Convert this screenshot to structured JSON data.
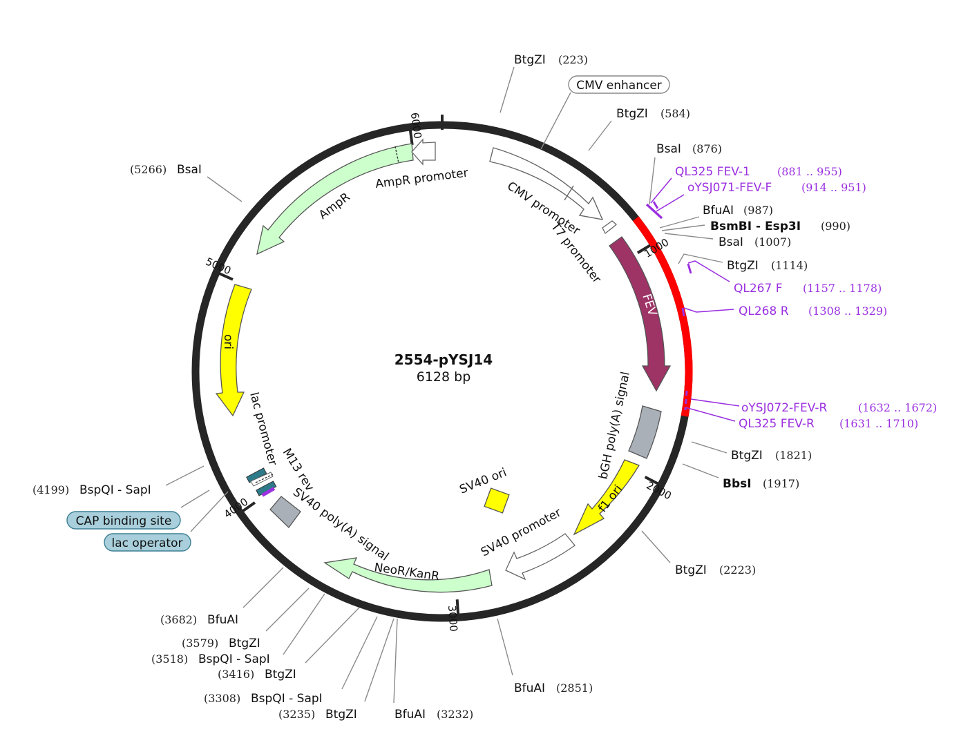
{
  "plasmid": {
    "name": "2554-pYSJ14",
    "length_label": "6128 bp",
    "length": 6128
  },
  "ticks": [
    {
      "pos": 1000,
      "label": "1000"
    },
    {
      "pos": 2000,
      "label": "2000"
    },
    {
      "pos": 3000,
      "label": "3000"
    },
    {
      "pos": 4000,
      "label": "4000"
    },
    {
      "pos": 5000,
      "label": "5000"
    },
    {
      "pos": 6000,
      "label": "6000"
    }
  ],
  "highlight_region": {
    "start": 880,
    "end": 1710,
    "color": "#ff0000"
  },
  "features": [
    {
      "id": "cmv-enhancer-box",
      "name": "CMV enhancer",
      "style": "pill-white"
    },
    {
      "id": "cmv-promoter",
      "name": "CMV promoter",
      "start": 230,
      "end": 880,
      "color": "#ffffff"
    },
    {
      "id": "t7-promoter",
      "name": "T7 promoter",
      "start": 870,
      "end": 930,
      "color": "#ffffff"
    },
    {
      "id": "fev",
      "name": "FEV",
      "start": 960,
      "end": 1730,
      "color": "#9e3366"
    },
    {
      "id": "bgh-polya",
      "name": "bGH poly(A) signal",
      "start": 1760,
      "end": 1985,
      "color": "#a9b0b8"
    },
    {
      "id": "f1-ori",
      "name": "f1 ori",
      "start": 2030,
      "end": 2460,
      "color": "#ffff00"
    },
    {
      "id": "sv40-promoter",
      "name": "SV40 promoter",
      "start": 2480,
      "end": 2830,
      "color": "#ffffff"
    },
    {
      "id": "sv40-ori",
      "name": "SV40 ori",
      "color": "#ffff00"
    },
    {
      "id": "neor-kanr",
      "name": "NeoR/KanR",
      "start": 2900,
      "end": 3700,
      "color": "#ccffcc"
    },
    {
      "id": "sv40-polya",
      "name": "SV40 poly(A) signal",
      "start": 3880,
      "end": 4000,
      "color": "#a9b0b8"
    },
    {
      "id": "m13-rev",
      "name": "M13 rev",
      "color": "#9b30e0"
    },
    {
      "id": "lac-promoter",
      "name": "lac promoter",
      "color": "#ffffff"
    },
    {
      "id": "ori",
      "name": "ori",
      "start": 4360,
      "end": 4950,
      "color": "#ffff00"
    },
    {
      "id": "ampr",
      "name": "AmpR",
      "start": 5220,
      "end": 5990,
      "color": "#ccffcc"
    },
    {
      "id": "ampr-promoter",
      "name": "AmpR promoter",
      "start": 5990,
      "end": 6100,
      "color": "#ffffff"
    },
    {
      "id": "cap-binding-site",
      "name": "CAP binding site",
      "style": "pill-blue"
    },
    {
      "id": "lac-operator",
      "name": "lac operator",
      "style": "pill-blue"
    }
  ],
  "sites": [
    {
      "id": "btgzi-223",
      "name": "BtgZI",
      "pos": "(223)",
      "bold": false,
      "side": "right"
    },
    {
      "id": "btgzi-584",
      "name": "BtgZI",
      "pos": "(584)",
      "bold": false,
      "side": "right"
    },
    {
      "id": "bsai-876",
      "name": "BsaI",
      "pos": "(876)",
      "bold": false,
      "side": "right"
    },
    {
      "id": "bfuai-987",
      "name": "BfuAI",
      "pos": "(987)",
      "bold": false,
      "side": "right"
    },
    {
      "id": "bsmbi-990",
      "name": "BsmBI - Esp3I",
      "pos": "(990)",
      "bold": true,
      "side": "right"
    },
    {
      "id": "bsai-1007",
      "name": "BsaI",
      "pos": "(1007)",
      "bold": false,
      "side": "right"
    },
    {
      "id": "btgzi-1114",
      "name": "BtgZI",
      "pos": "(1114)",
      "bold": false,
      "side": "right"
    },
    {
      "id": "btgzi-1821",
      "name": "BtgZI",
      "pos": "(1821)",
      "bold": false,
      "side": "right"
    },
    {
      "id": "bbsi-1917",
      "name": "BbsI",
      "pos": "(1917)",
      "bold": true,
      "side": "right"
    },
    {
      "id": "btgzi-2223",
      "name": "BtgZI",
      "pos": "(2223)",
      "bold": false,
      "side": "right"
    },
    {
      "id": "bfuai-2851",
      "name": "BfuAI",
      "pos": "(2851)",
      "bold": false,
      "side": "right"
    },
    {
      "id": "bfuai-3232",
      "name": "BfuAI",
      "pos": "(3232)",
      "bold": false,
      "side": "right"
    },
    {
      "id": "btgzi-3235",
      "name": "BtgZI",
      "pos": "(3235)",
      "bold": false,
      "side": "left"
    },
    {
      "id": "bspqi-3308",
      "name": "BspQI - SapI",
      "pos": "(3308)",
      "bold": false,
      "side": "left"
    },
    {
      "id": "btgzi-3416",
      "name": "BtgZI",
      "pos": "(3416)",
      "bold": false,
      "side": "left"
    },
    {
      "id": "bspqi-3518",
      "name": "BspQI - SapI",
      "pos": "(3518)",
      "bold": false,
      "side": "left"
    },
    {
      "id": "btgzi-3579",
      "name": "BtgZI",
      "pos": "(3579)",
      "bold": false,
      "side": "left"
    },
    {
      "id": "bfuai-3682",
      "name": "BfuAI",
      "pos": "(3682)",
      "bold": false,
      "side": "left"
    },
    {
      "id": "bspqi-4199",
      "name": "BspQI - SapI",
      "pos": "(4199)",
      "bold": false,
      "side": "left"
    },
    {
      "id": "bsai-5266",
      "name": "BsaI",
      "pos": "(5266)",
      "bold": false,
      "side": "left"
    }
  ],
  "primers": [
    {
      "id": "ql325-fev-1",
      "name": "QL325 FEV-1",
      "pos": "(881 .. 955)"
    },
    {
      "id": "oysj071-fev-f",
      "name": "oYSJ071-FEV-F",
      "pos": "(914 .. 951)"
    },
    {
      "id": "ql267-f",
      "name": "QL267 F",
      "pos": "(1157 .. 1178)"
    },
    {
      "id": "ql268-r",
      "name": "QL268 R",
      "pos": "(1308 .. 1329)"
    },
    {
      "id": "oysj072-fev-r",
      "name": "oYSJ072-FEV-R",
      "pos": "(1632 .. 1672)"
    },
    {
      "id": "ql325-fev-r",
      "name": "QL325 FEV-R",
      "pos": "(1631 .. 1710)"
    }
  ]
}
